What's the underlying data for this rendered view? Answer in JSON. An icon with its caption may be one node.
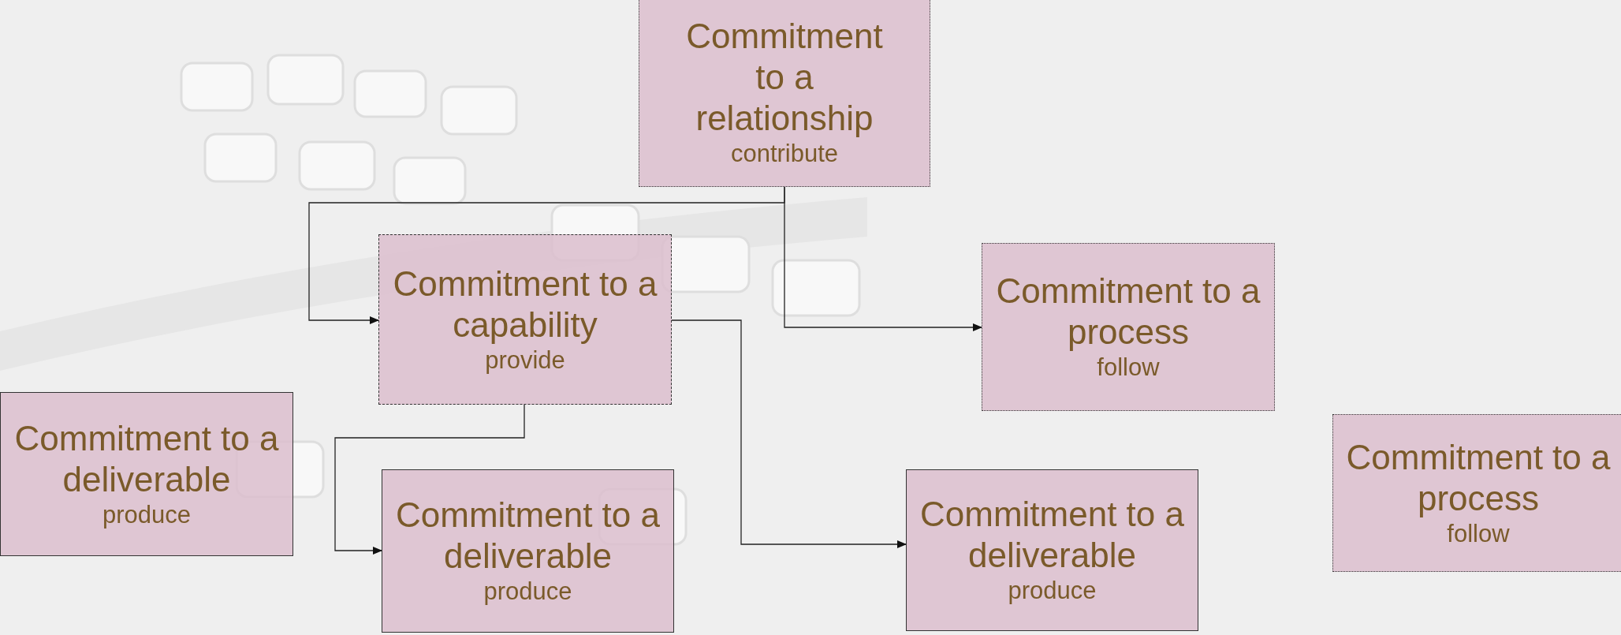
{
  "diagram": {
    "nodes": [
      {
        "text": [
          "Commitment to a relationship",
          "contribute"
        ]
      },
      {
        "text": [
          "Commitment to a capability",
          "provide"
        ]
      },
      {
        "text": [
          "Commitment to a process",
          "follow"
        ]
      },
      {
        "text": [
          "Commitment to a deliverable",
          "produce"
        ]
      },
      {
        "text": [
          "Commitment to a deliverable",
          "produce"
        ]
      },
      {
        "text": [
          "Commitment to a deliverable",
          "produce"
        ]
      },
      {
        "text": [
          "Commitment to a process",
          "follow"
        ]
      }
    ],
    "edges": [
      {
        "from": 0,
        "to": 1,
        "arrow": "to"
      },
      {
        "from": 0,
        "to": 2,
        "arrow": "to"
      },
      {
        "from": 1,
        "to": 4,
        "arrow": "to"
      },
      {
        "from": 1,
        "to": 5,
        "arrow": "to"
      }
    ]
  }
}
